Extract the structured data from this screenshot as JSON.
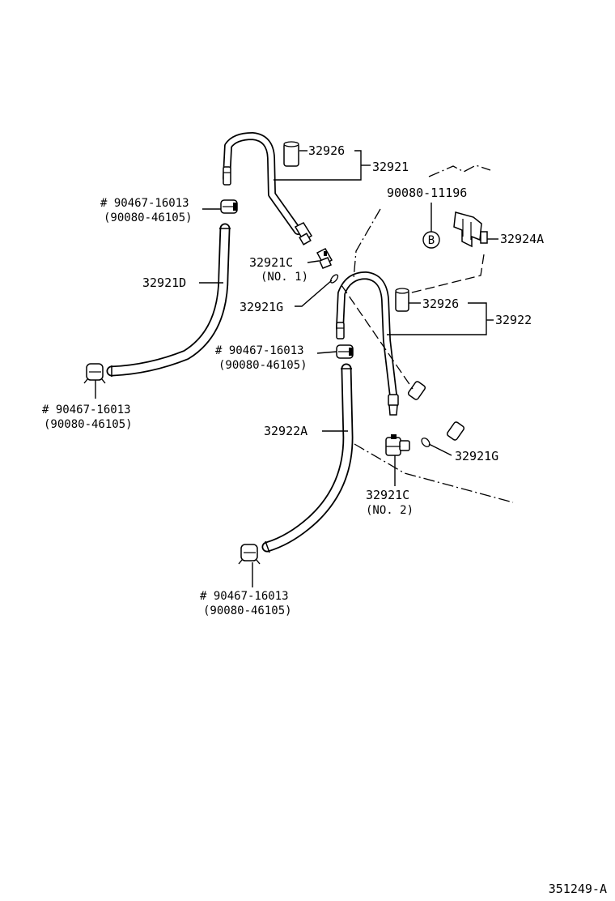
{
  "labels": {
    "p32926_top": "32926",
    "p32921": "32921",
    "p90080_11196": "90080-11196",
    "p32924a": "32924A",
    "clamp1_a": "# 90467-16013",
    "clamp1_b": "(90080-46105)",
    "p32921c_1": "32921C",
    "p32921c_1_no": "(NO. 1)",
    "p32921d": "32921D",
    "p32921g_left": "32921G",
    "p32926_mid": "32926",
    "p32922": "32922",
    "clamp2_a": "# 90467-16013",
    "clamp2_b": "(90080-46105)",
    "clamp3_a": "# 90467-16013",
    "clamp3_b": "(90080-46105)",
    "p32922a": "32922A",
    "p32921g_right": "32921G",
    "p32921c_2": "32921C",
    "p32921c_2_no": "(NO. 2)",
    "clamp4_a": "# 90467-16013",
    "clamp4_b": "(90080-46105)",
    "circle_b": "B",
    "figure_id": "351249-A"
  }
}
